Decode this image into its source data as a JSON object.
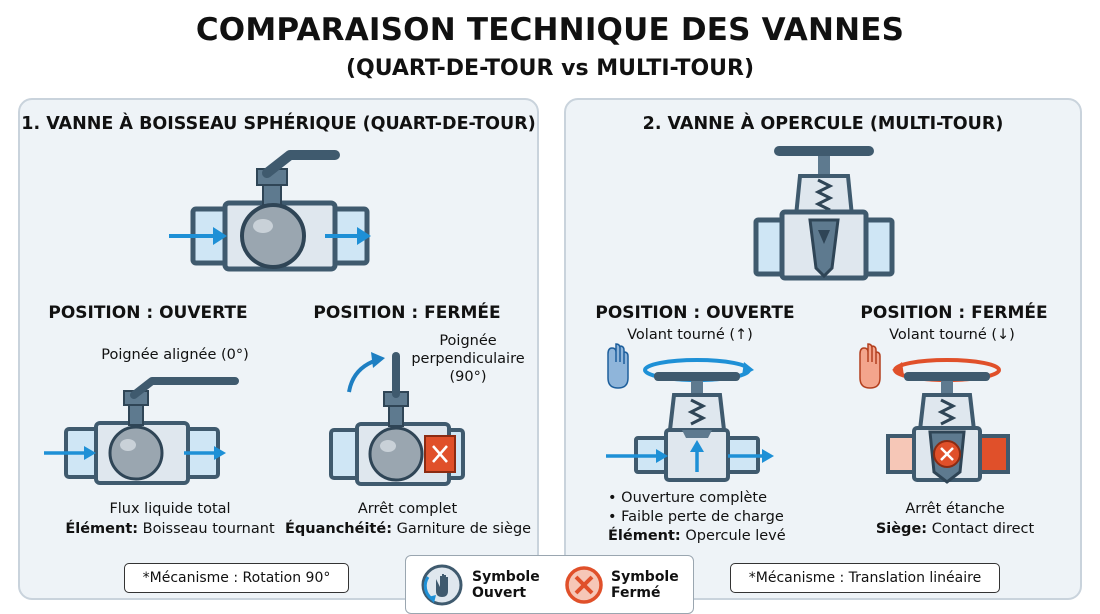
{
  "title": "COMPARAISON TECHNIQUE DES VANNES",
  "subtitle": "(QUART-DE-TOUR vs MULTI-TOUR)",
  "ball_valve": {
    "title": "1. VANNE À BOISSEAU SPHÉRIQUE (QUART-DE-TOUR)",
    "open": {
      "position": "POSITION : OUVERTE",
      "handle_label": "Poignée alignée (0°)",
      "caption_line1": "Flux liquide total",
      "caption_key": "Élément:",
      "caption_value": "Boisseau tournant"
    },
    "closed": {
      "position": "POSITION : FERMÉE",
      "handle_label_line1": "Poignée",
      "handle_label_line2": "perpendiculaire",
      "handle_label_line3": "(90°)",
      "caption_line1": "Arrêt complet",
      "caption_key": "Équanchéité:",
      "caption_value": "Garniture de siège"
    },
    "mechanism": "*Mécanisme : Rotation 90°"
  },
  "gate_valve": {
    "title": "2. VANNE À OPERCULE (MULTI-TOUR)",
    "open": {
      "position": "POSITION : OUVERTE",
      "wheel_label": "Volant tourné (↑)",
      "bullet1": "• Ouverture complète",
      "bullet2": "• Faible perte de charge",
      "caption_key": "Élément:",
      "caption_value": "Opercule levé"
    },
    "closed": {
      "position": "POSITION : FERMÉE",
      "wheel_label": "Volant tourné (↓)",
      "caption_line1": "Arrêt étanche",
      "caption_key": "Siège:",
      "caption_value": "Contact direct"
    },
    "mechanism": "*Mécanisme : Translation linéaire"
  },
  "legend": {
    "open_line1": "Symbole",
    "open_line2": "Ouvert",
    "closed_line1": "Symbole",
    "closed_line2": "Fermé"
  },
  "colors": {
    "pipe_fill": "#cfe6f5",
    "steel": "#3f5a6e",
    "steel_light": "#5e7a8f",
    "flow": "#1e90d6",
    "closed_red": "#e0502a",
    "closed_pink": "#f6c7b7",
    "panel_bg": "#eef3f7"
  }
}
